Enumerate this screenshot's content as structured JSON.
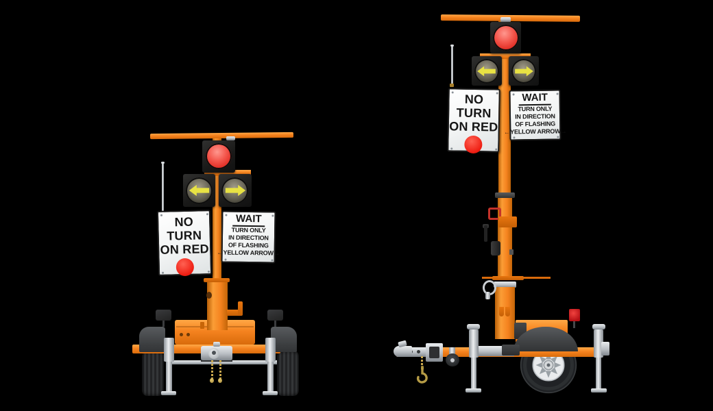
{
  "scene": {
    "background_color": "#000000",
    "subject": "portable-traffic-signal-trailer",
    "views": [
      "front",
      "side"
    ]
  },
  "colors": {
    "trailer_orange": "#f5831f",
    "housing_black": "#1a1a19",
    "signal_red": "#e02d24",
    "arrow_yellow": "#e8e244",
    "sign_white": "#f4f5f5",
    "sign_text": "#161616",
    "sign_red_dot": "#ee1d12",
    "metal_silver": "#c9cdd1",
    "tire_black": "#26282a",
    "fender_gray": "#3c3e40",
    "hook_brass": "#b59b45",
    "marker_red": "#d3181f"
  },
  "signs": {
    "no_turn_on_red": {
      "lines": [
        "NO",
        "TURN",
        "ON RED"
      ]
    },
    "wait": {
      "title": "WAIT",
      "lines": [
        "TURN ONLY",
        "IN DIRECTION",
        "OF FLASHING",
        "YELLOW ARROW"
      ],
      "arrow_left": "←",
      "arrow_right": "→"
    }
  }
}
